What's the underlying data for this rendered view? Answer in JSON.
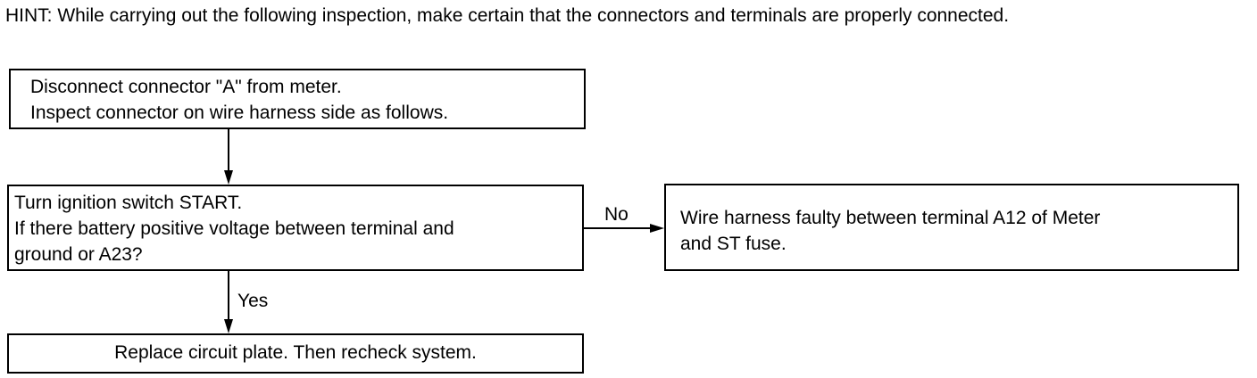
{
  "hint": "HINT: While carrying out the following inspection, make certain that the connectors and terminals are properly connected.",
  "boxes": {
    "disconnect": {
      "lines": [
        "Disconnect connector \"A\" from meter.",
        "Inspect connector on wire harness side as follows."
      ]
    },
    "turn": {
      "lines": [
        "Turn ignition switch START.",
        "If there battery positive voltage between terminal and",
        "ground or A23?"
      ]
    },
    "wire": {
      "lines": [
        "Wire harness faulty between terminal A12 of Meter",
        "and ST fuse."
      ]
    },
    "replace": {
      "text": "Replace circuit plate. Then recheck system."
    }
  },
  "edges": {
    "no_label": "No",
    "yes_label": "Yes"
  }
}
